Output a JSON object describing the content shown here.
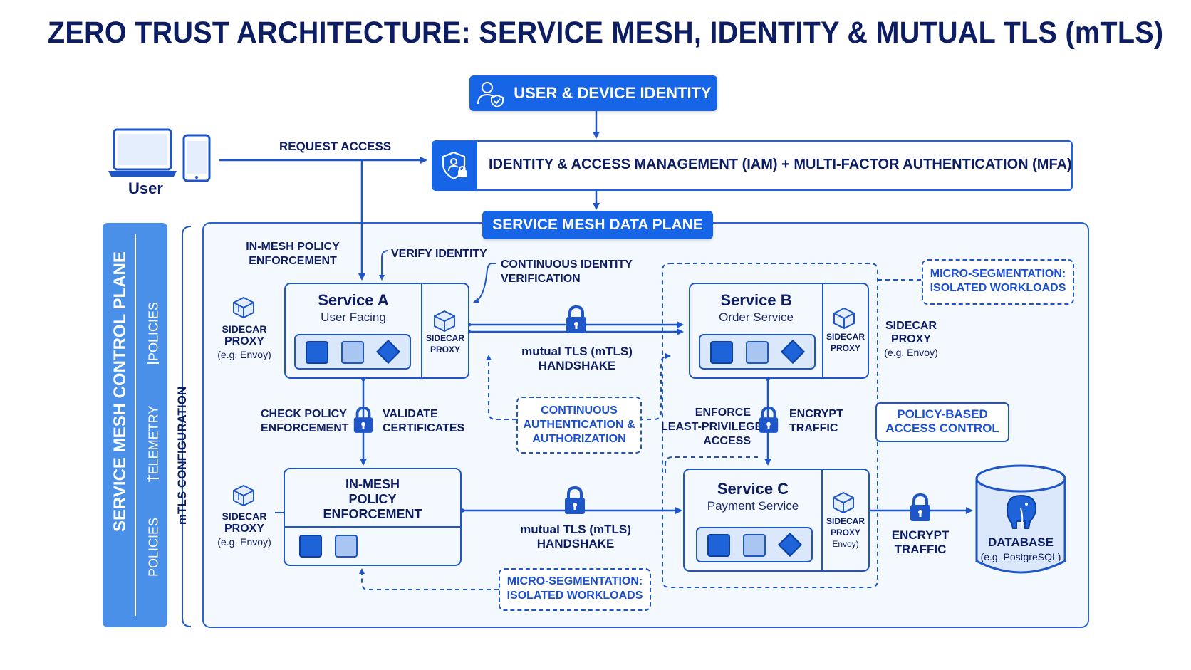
{
  "title": "ZERO TRUST ARCHITECTURE: SERVICE MESH, IDENTITY & MUTUAL TLS (mTLS)",
  "colors": {
    "primary": "#1565e6",
    "dark_text": "#0d1d63",
    "light_panel": "#f4f8ff",
    "panel_fill": "#dbe7fb",
    "accent_text": "#1a4fd0"
  },
  "icons": [
    "user-shield-icon",
    "shield-lock-icon",
    "laptop-icon",
    "phone-icon",
    "cube-icon",
    "lock-icon",
    "database-icon",
    "elephant-icon"
  ],
  "user": {
    "label": "User",
    "request": "REQUEST ACCESS"
  },
  "identity": {
    "label": "USER & DEVICE IDENTITY"
  },
  "iam": {
    "label": "IDENTITY & ACCESS MANAGEMENT (IAM) + MULTI-FACTOR AUTHENTICATION (MFA)"
  },
  "data_plane": {
    "label": "SERVICE MESH DATA PLANE"
  },
  "control_plane": {
    "title": "SERVICE MESH CONTROL PLANE",
    "items": [
      "POLICIES",
      "TELEMETRY",
      "POLICIES"
    ],
    "mtls_config": "mTLS CONFIGURATION"
  },
  "labels": {
    "in_mesh_policy_top": [
      "IN-MESH POLICY",
      "ENFORCEMENT"
    ],
    "verify_identity": "VERIFY IDENTITY",
    "continuous_identity": [
      "CONTINUOUS IDENTITY",
      "VERIFICATION"
    ],
    "micro_seg_top": [
      "MICRO-SEGMENTATION:",
      "ISOLATED WORKLOADS"
    ],
    "sidecar_left_a": [
      "SIDECAR",
      "PROXY",
      "(e.g. Envoy)"
    ],
    "sidecar_right_b": [
      "SIDECAR",
      "PROXY",
      "(e.g. Envoy)"
    ],
    "sidecar_left_c": [
      "SIDECAR",
      "PROXY",
      "(e.g. Envoy)"
    ],
    "mtls_top": [
      "mutual TLS (mTLS)",
      "HANDSHAKE"
    ],
    "mtls_bottom": [
      "mutual TLS (mTLS)",
      "HANDSHAKE"
    ],
    "check_policy": [
      "CHECK POLICY",
      "ENFORCEMENT"
    ],
    "validate_certs": [
      "VALIDATE",
      "CERTIFICATES"
    ],
    "continuous_auth": [
      "CONTINUOUS",
      "AUTHENTICATION &",
      "AUTHORIZATION"
    ],
    "enforce_lp": [
      "ENFORCE",
      "LEAST-PRIVILEGE",
      "ACCESS"
    ],
    "encrypt_traffic_mid": [
      "ENCRYPT",
      "TRAFFIC"
    ],
    "encrypt_traffic_db": [
      "ENCRYPT",
      "TRAFFIC"
    ],
    "policy_based": [
      "POLICY-BASED",
      "ACCESS CONTROL"
    ],
    "micro_seg_bottom": [
      "MICRO-SEGMENTATION:",
      "ISOLATED WORKLOADS"
    ]
  },
  "services": {
    "a": {
      "title": "Service A",
      "subtitle": "User Facing",
      "sidecar": [
        "SIDECAR",
        "PROXY"
      ]
    },
    "b": {
      "title": "Service B",
      "subtitle": "Order Service",
      "sidecar": [
        "SIDECAR",
        "PROXY"
      ]
    },
    "c": {
      "title": "Service C",
      "subtitle": "Payment Service",
      "sidecar": [
        "SIDECAR",
        "PROXY",
        "Envoy)"
      ]
    },
    "policy": {
      "title": [
        "IN-MESH",
        "POLICY",
        "ENFORCEMENT"
      ]
    }
  },
  "database": {
    "title": "DATABASE",
    "subtitle": "(e.g. PostgreSQL)"
  }
}
